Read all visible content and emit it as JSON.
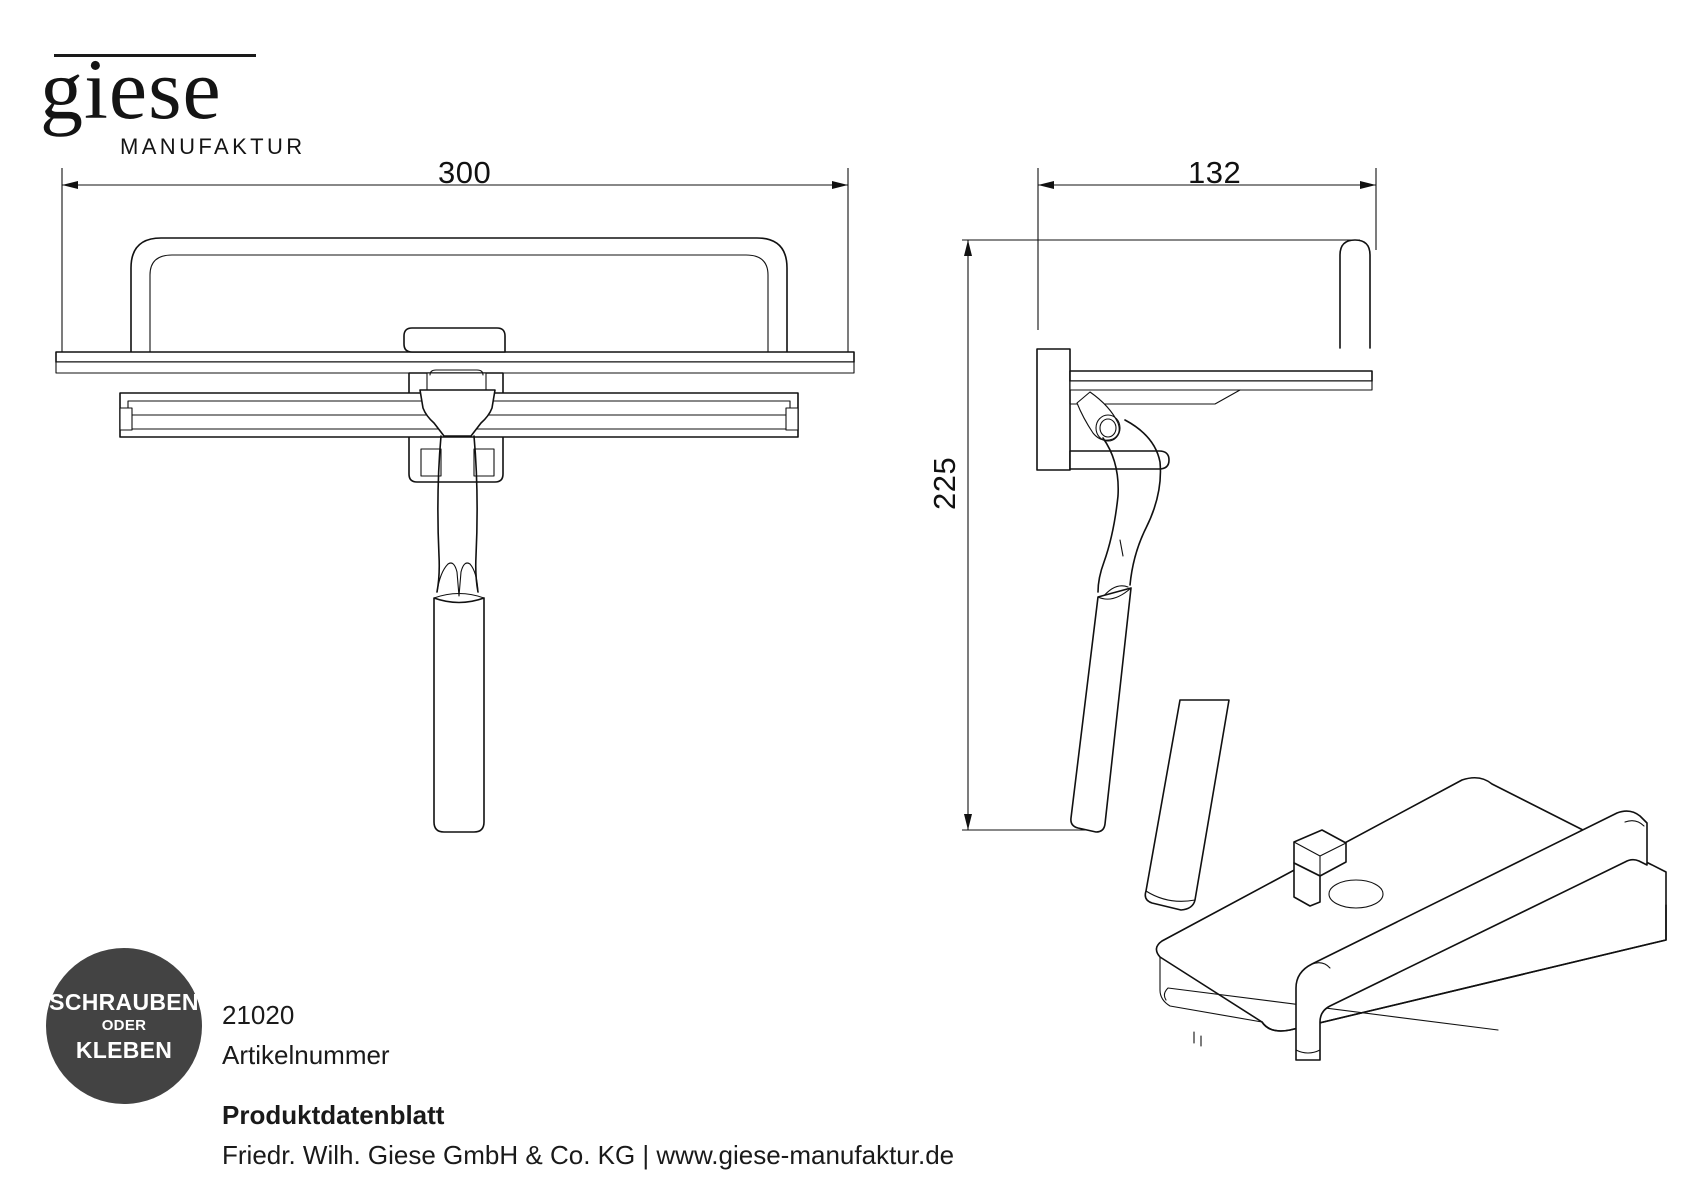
{
  "logo": {
    "brand": "giese",
    "subtitle": "MANUFAKTUR",
    "rule": "logo-top-rule"
  },
  "dimensions": {
    "front_width": "300",
    "side_depth": "132",
    "side_height": "225"
  },
  "views": {
    "front": "front-elevation-view",
    "side": "side-elevation-view",
    "perspective": "isometric-detail-view"
  },
  "badge": {
    "line1": "SCHRAUBEN",
    "line2": "ODER",
    "line3": "KLEBEN",
    "color": "#434343"
  },
  "footer": {
    "article_number": "21020",
    "article_number_label": "Artikelnummer",
    "datasheet_label": "Produktdatenblatt",
    "company_line": "Friedr. Wilh. Giese GmbH & Co. KG | www.giese-manufaktur.de"
  },
  "colors": {
    "line": "#111111",
    "text": "#1a1a1a",
    "badge": "#434343",
    "background": "#ffffff"
  }
}
